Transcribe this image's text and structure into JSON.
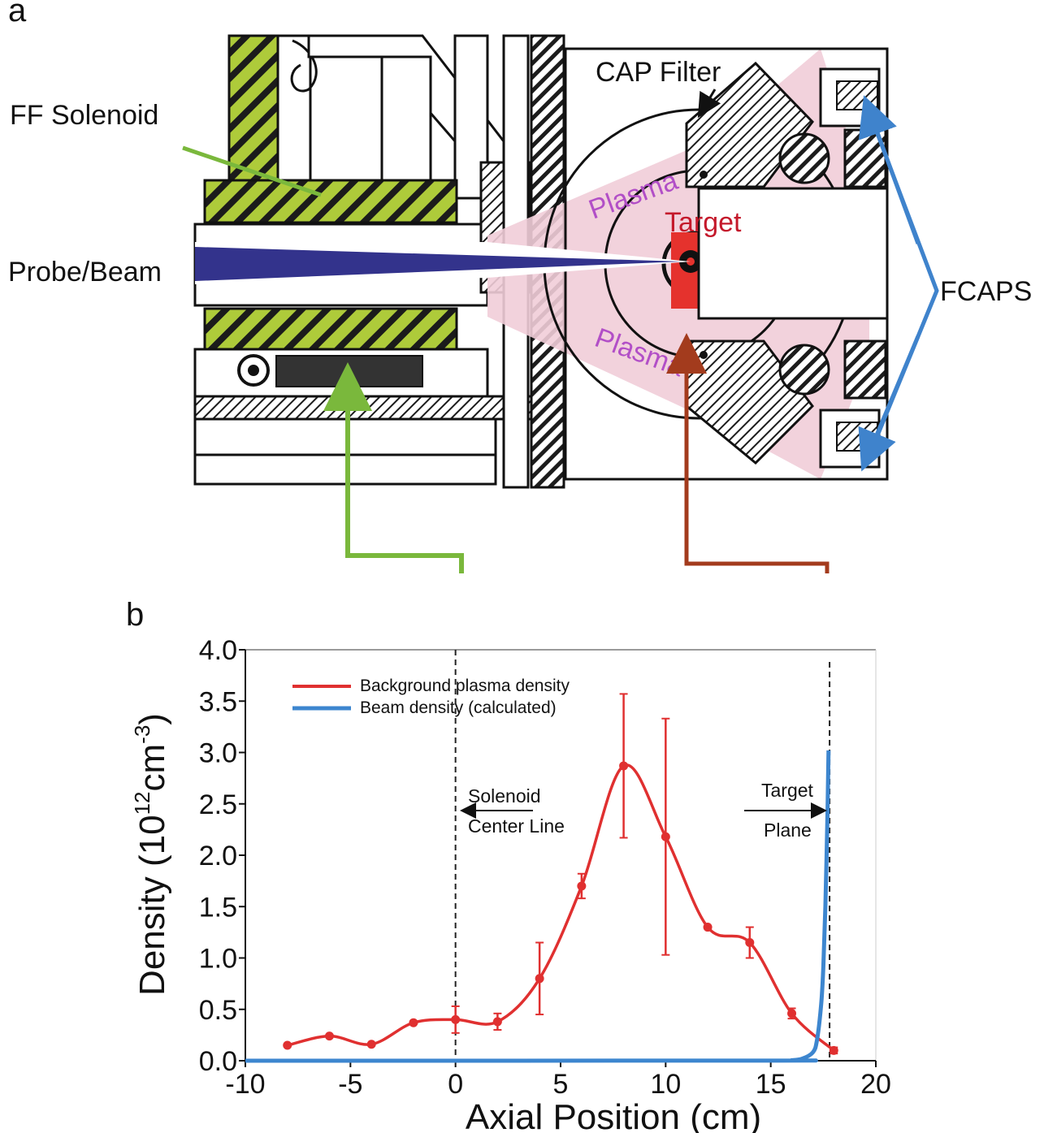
{
  "panel_a": {
    "letter": "a",
    "labels": {
      "ff_solenoid": "FF Solenoid",
      "probe_beam": "Probe/Beam",
      "cap_filter": "CAP Filter",
      "plasma_upper": "Plasma",
      "plasma_lower": "Plasma",
      "target": "Target",
      "fcaps": "FCAPS"
    },
    "colors": {
      "solenoid_green": "#aecb3a",
      "beam_blue": "#33338c",
      "plasma_pink": "#f1cdd8",
      "target_red": "#e5322d",
      "plasma_text": "#b24fc7",
      "target_text": "#c4192b",
      "arrow_green": "#7ab83c",
      "arrow_brown": "#a33b1d",
      "arrow_blue": "#3f83cc"
    }
  },
  "panel_b": {
    "letter": "b"
  },
  "chart_data": {
    "type": "line",
    "xlabel": "Axial Position (cm)",
    "ylabel": {
      "base": "Density (10",
      "sup1": "12",
      "mid": "cm",
      "sup2": "-3",
      "end": ")"
    },
    "xlim": [
      -10,
      20
    ],
    "ylim": [
      0,
      4.0
    ],
    "xticks": [
      -10,
      -5,
      0,
      5,
      10,
      15,
      20
    ],
    "xtick_labels": [
      "-10",
      "-5",
      "0",
      "5",
      "10",
      "15",
      "20"
    ],
    "yticks": [
      0,
      0.5,
      1.0,
      1.5,
      2.0,
      2.5,
      3.0,
      3.5,
      4.0
    ],
    "ytick_labels": [
      "0.0",
      "0.5",
      "1.0",
      "1.5",
      "2.0",
      "2.5",
      "3.0",
      "3.5",
      "4.0"
    ],
    "legend_position": "top-left",
    "series": [
      {
        "name": "Background plasma density",
        "color": "#e03030",
        "x": [
          -8,
          -6,
          -4,
          -2,
          0,
          2,
          4,
          6,
          8,
          10,
          12,
          14,
          16,
          18
        ],
        "y": [
          0.15,
          0.24,
          0.16,
          0.37,
          0.4,
          0.38,
          0.8,
          1.7,
          2.87,
          2.18,
          1.3,
          1.15,
          0.46,
          0.1
        ],
        "err": [
          0,
          0,
          0,
          0,
          0.13,
          0.08,
          0.35,
          0.12,
          0.7,
          1.15,
          0,
          0.15,
          0.05,
          0.03
        ]
      },
      {
        "name": "Beam density (calculated)",
        "color": "#3d86cf",
        "x": [
          -10,
          15.0,
          16.0,
          16.5,
          17.0,
          17.2,
          17.4,
          17.5,
          17.6,
          17.7,
          17.75
        ],
        "y": [
          0.0,
          0.001,
          0.005,
          0.02,
          0.08,
          0.2,
          0.55,
          0.9,
          1.5,
          2.4,
          3.02
        ]
      }
    ],
    "annotations": {
      "solenoid_line": {
        "x": 0,
        "text1": "Solenoid",
        "text2": "Center Line"
      },
      "target_line": {
        "x": 17.8,
        "text1": "Target",
        "text2": "Plane"
      }
    }
  }
}
